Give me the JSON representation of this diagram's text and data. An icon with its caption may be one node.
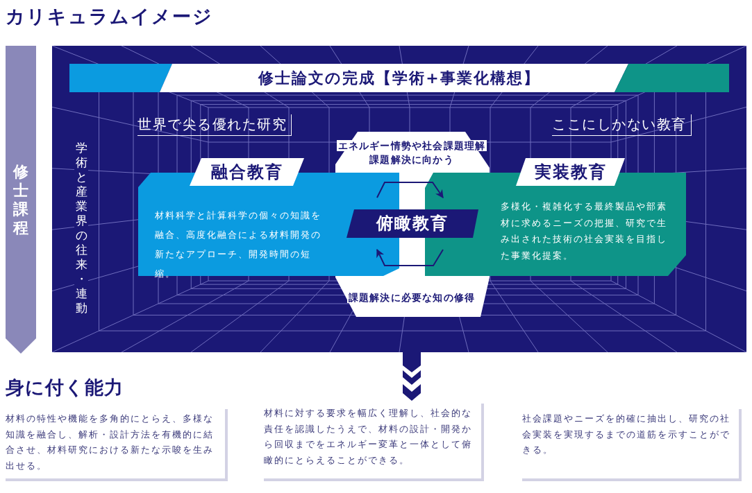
{
  "diagram": {
    "title": "カリキュラムイメージ",
    "nodes": [
      {
        "text": [
          "修士課程"
        ]
      },
      {
        "text": [
          "学術と産業界の往来・連動"
        ]
      },
      {
        "text": [
          "修士論文の完成【学術+事業化構想】"
        ],
        "in": 1
      },
      {
        "text": [
          "融合教育",
          "材料科学と計算科学の個々の知識を融合、高度化融合による材料開発の新たなアプローチ、開発時間の短縮。"
        ],
        "in": 1
      },
      {
        "text": [
          "エネルギー情勢や社会課題理解",
          "課題解決に向かう",
          "課題解決に必要な知の修得"
        ],
        "in": 1
      },
      {
        "text": [
          "俯瞰教育"
        ],
        "in": 4
      },
      {
        "text": [
          "実装教育",
          "多様化・複雑化する最終製品や部素材に求めるニーズの把握、研究で生み出された技術の社会実装を目指した事業化提案。"
        ],
        "in": 1
      },
      {
        "text": [
          "材料の特性や機能を多角的にとらえ、多様な知識を融合し、解析・設計方法を有機的に結合させ、材料研究における新たな示唆を生み出せる。"
        ]
      },
      {
        "text": [
          "材料に対する要求を幅広く理解し、社会的な責任を認識したうえで、材料の設計・開発から回収までをエネルギー変革と一体として俯瞰的にとらえることができる。"
        ]
      },
      {
        "text": [
          "社会課題やニーズを的確に抽出し、研究の社会実装を実現するまでの道筋を示すことができる。"
        ]
      }
    ],
    "edges": [
      {
        "from": 3,
        "to": 6,
        "arrow": "to"
      },
      {
        "from": 6,
        "to": 3,
        "arrow": "to"
      },
      {
        "from": 1,
        "to": 8,
        "arrow": "to"
      }
    ],
    "labels": [
      "世界で尖る優れた研究",
      "ここにしかない教育",
      "身に付く能力"
    ]
  }
}
